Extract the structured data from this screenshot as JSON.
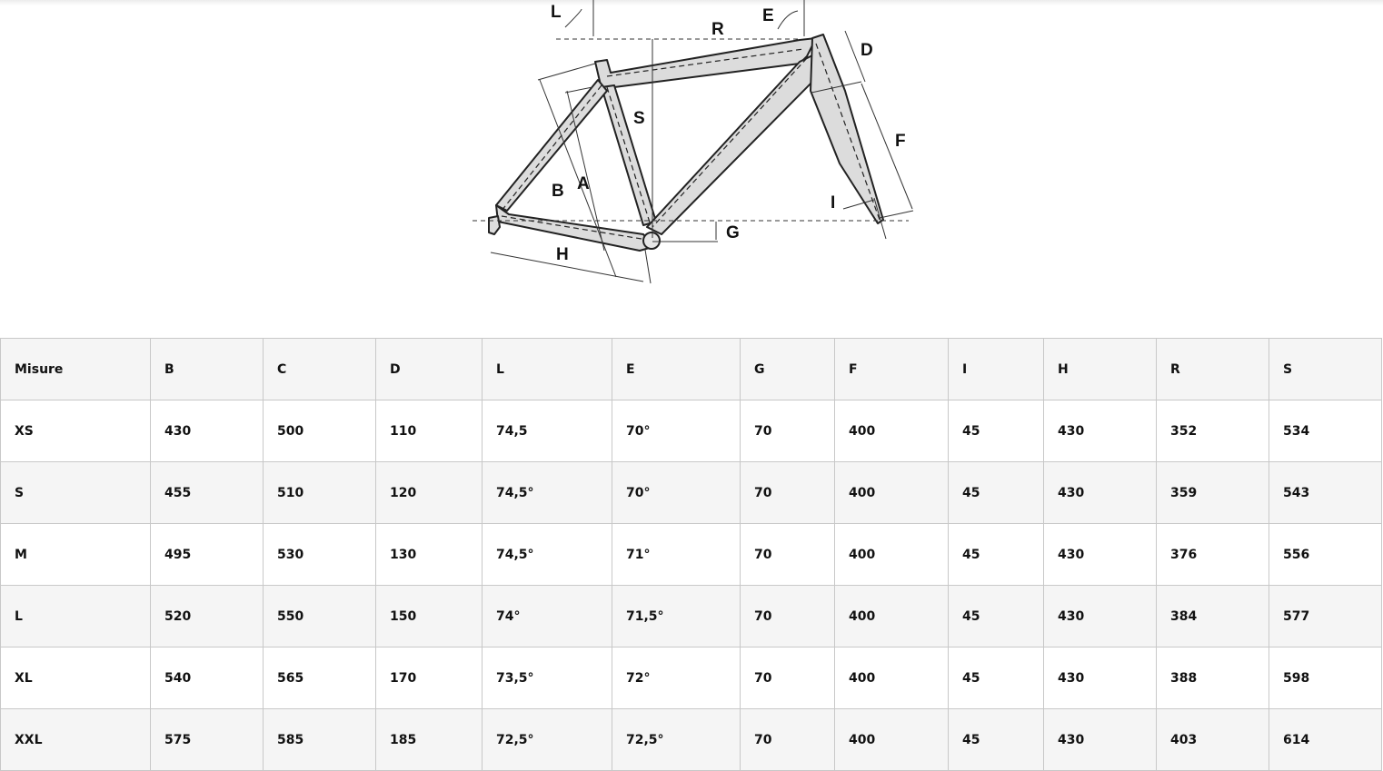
{
  "diagram": {
    "labels": {
      "L": "L",
      "E": "E",
      "R": "R",
      "D": "D",
      "S": "S",
      "F": "F",
      "B": "B",
      "A": "A",
      "I": "I",
      "H": "H",
      "G": "G"
    }
  },
  "table": {
    "headers": [
      "Misure",
      "B",
      "C",
      "D",
      "L",
      "E",
      "G",
      "F",
      "I",
      "H",
      "R",
      "S"
    ],
    "rows": [
      [
        "XS",
        "430",
        "500",
        "110",
        "74,5",
        "70°",
        "70",
        "400",
        "45",
        "430",
        "352",
        "534"
      ],
      [
        "S",
        "455",
        "510",
        "120",
        "74,5°",
        "70°",
        "70",
        "400",
        "45",
        "430",
        "359",
        "543"
      ],
      [
        "M",
        "495",
        "530",
        "130",
        "74,5°",
        "71°",
        "70",
        "400",
        "45",
        "430",
        "376",
        "556"
      ],
      [
        "L",
        "520",
        "550",
        "150",
        "74°",
        "71,5°",
        "70",
        "400",
        "45",
        "430",
        "384",
        "577"
      ],
      [
        "XL",
        "540",
        "565",
        "170",
        "73,5°",
        "72°",
        "70",
        "400",
        "45",
        "430",
        "388",
        "598"
      ],
      [
        "XXL",
        "575",
        "585",
        "185",
        "72,5°",
        "72,5°",
        "70",
        "400",
        "45",
        "430",
        "403",
        "614"
      ]
    ]
  }
}
